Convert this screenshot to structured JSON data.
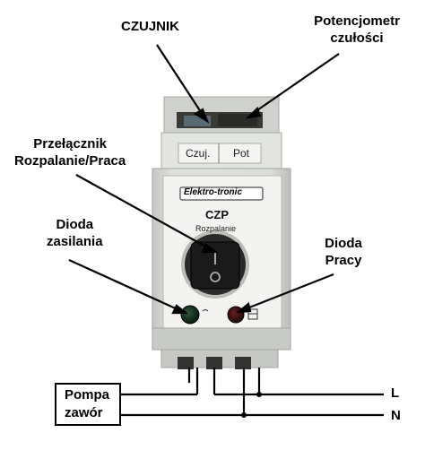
{
  "labels": {
    "czujnik": "CZUJNIK",
    "potencjometr_line1": "Potencjometr",
    "potencjometr_line2": "czułości",
    "przelacznik_line1": "Przełącznik",
    "przelacznik_line2": "Rozpalanie/Praca",
    "dioda_zas_line1": "Dioda",
    "dioda_zas_line2": "zasilania",
    "dioda_pracy_line1": "Dioda",
    "dioda_pracy_line2": "Pracy",
    "pompa": "Pompa",
    "zawor": "zawór",
    "line_l": "L",
    "line_n": "N"
  },
  "device": {
    "tab_czuj": "Czuj.",
    "tab_pot": "Pot",
    "brand": "Elektro-tronic",
    "model": "CZP",
    "mode": "Rozpalanie"
  },
  "colors": {
    "housing": "#d9dbd6",
    "housing_shadow": "#b9bbb5",
    "switch": "#1a1a1a",
    "led_green": "#0f2a18",
    "led_red": "#3a1010"
  }
}
